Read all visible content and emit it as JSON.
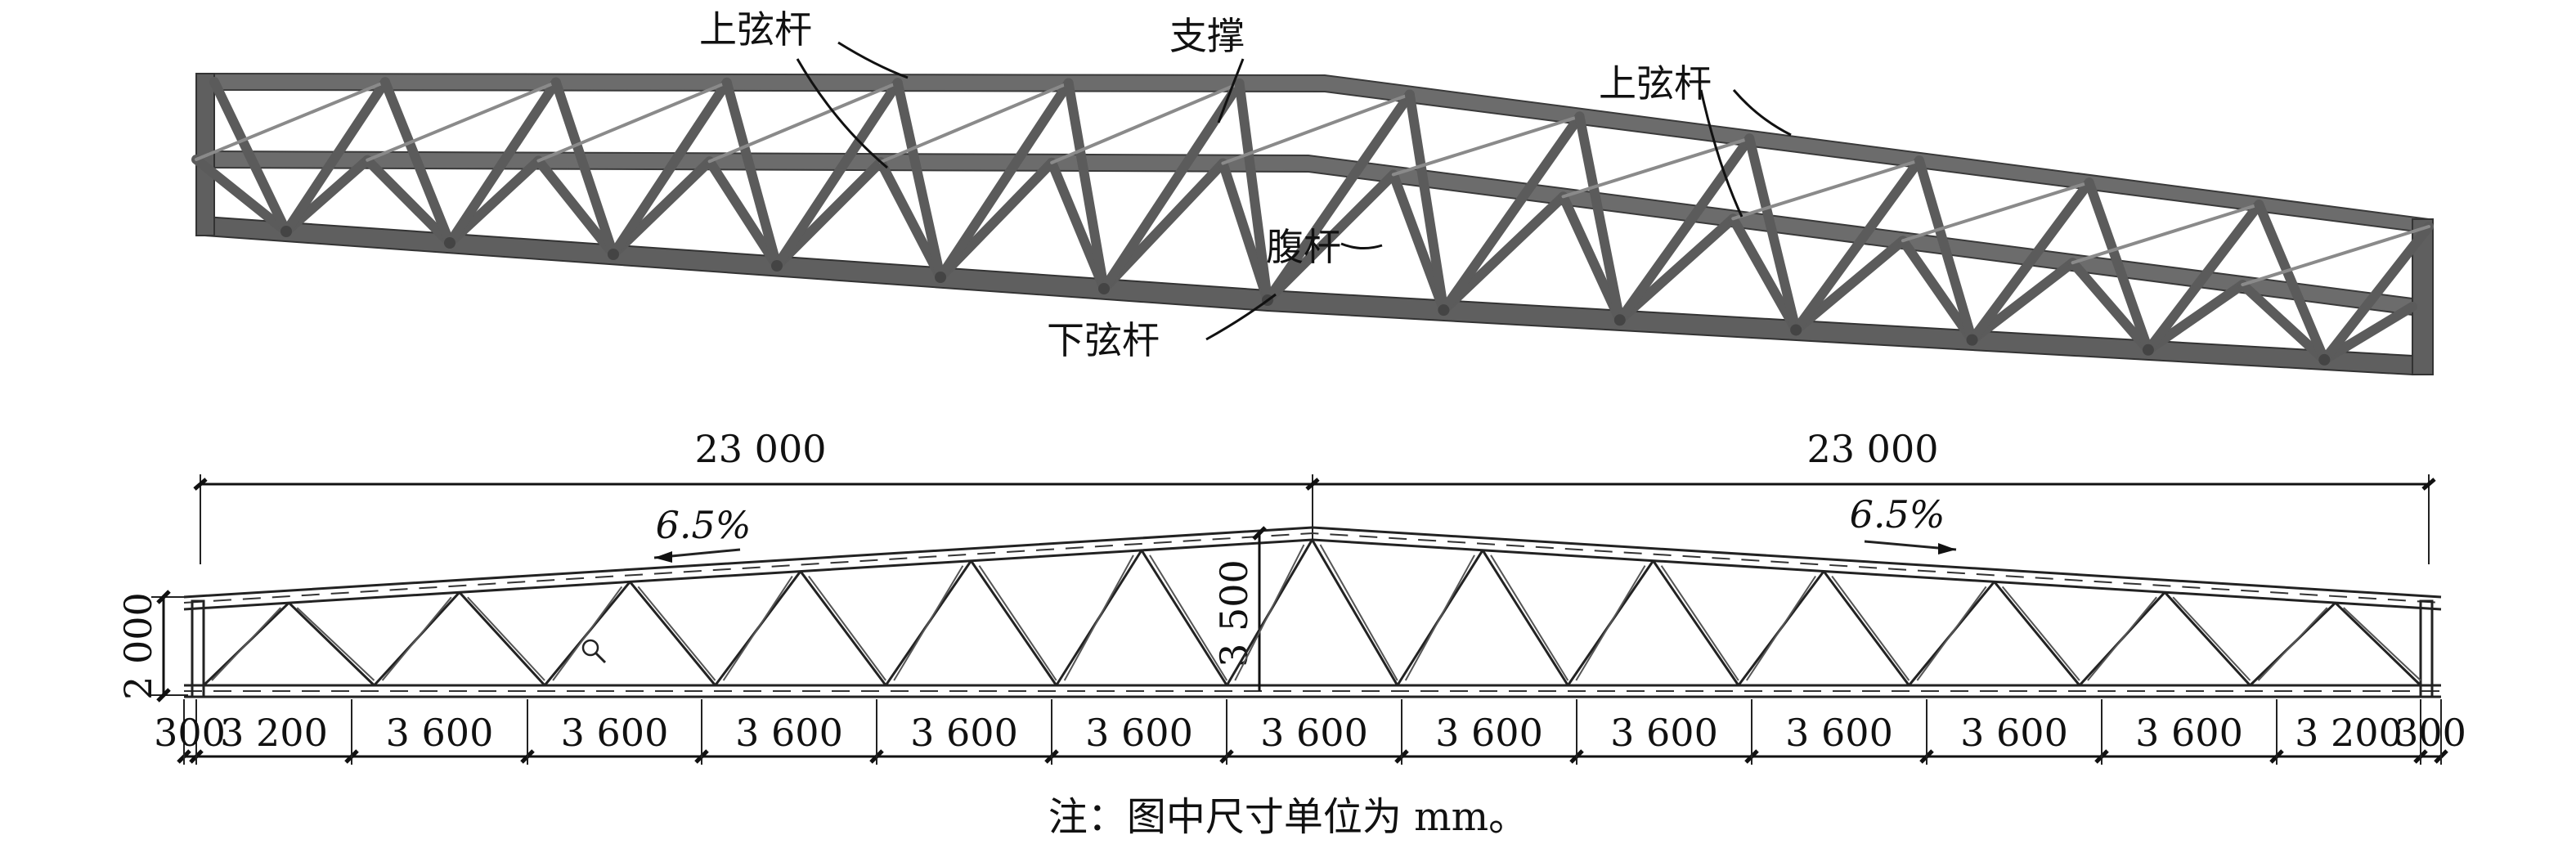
{
  "iso_view": {
    "callouts": {
      "top_chord_left": "上弦杆",
      "bracing": "支撑",
      "top_chord_right": "上弦杆",
      "web_member": "腹杆",
      "bottom_chord": "下弦杆"
    }
  },
  "elevation": {
    "span_dims": [
      "23 000",
      "23 000"
    ],
    "slope_left": "6.5%",
    "slope_right": "6.5%",
    "height_end": "2 000",
    "height_mid": "3 500",
    "panel_dims": [
      "300",
      "3 200",
      "3 600",
      "3 600",
      "3 600",
      "3 600",
      "3 600",
      "3 600",
      "3 600",
      "3 600",
      "3 600",
      "3 600",
      "3 600",
      "3 200",
      "300"
    ]
  },
  "note": "注：图中尺寸单位为 mm。"
}
